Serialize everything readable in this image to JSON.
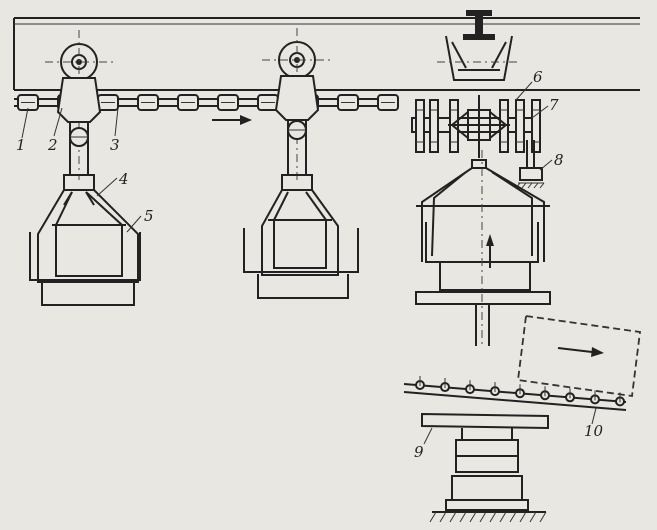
{
  "figure": {
    "labels": {
      "l1": "1",
      "l2": "2",
      "l3": "3",
      "l4": "4",
      "l5": "5",
      "l6": "6",
      "l7": "7",
      "l8": "8",
      "l9": "9",
      "l10": "10"
    }
  },
  "colors": {
    "paper": "#e9e7e1",
    "ink": "#222222"
  }
}
